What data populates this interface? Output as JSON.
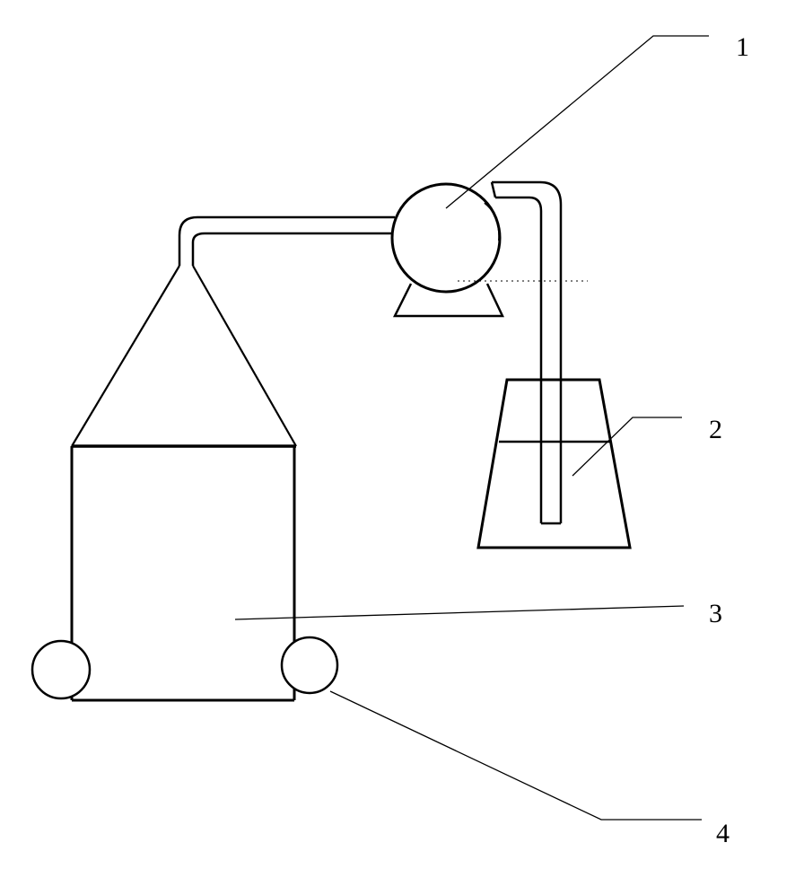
{
  "diagram": {
    "labels": {
      "l1": "1",
      "l2": "2",
      "l3": "3",
      "l4": "4"
    },
    "colors": {
      "stroke": "#000000",
      "background": "#ffffff"
    }
  }
}
